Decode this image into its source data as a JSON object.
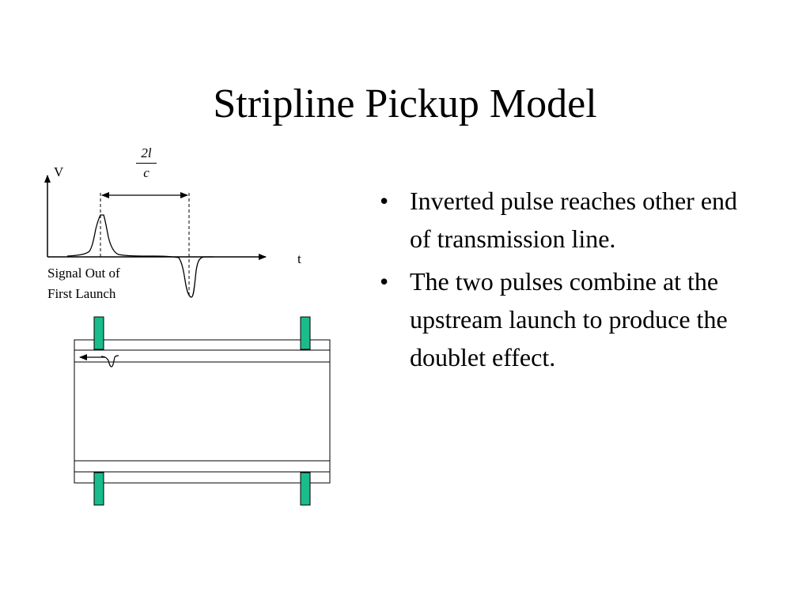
{
  "title": "Stripline Pickup Model",
  "figure": {
    "v_axis_label": "V",
    "t_axis_label": "t",
    "interval": {
      "numerator": "2l",
      "denominator": "c"
    },
    "caption_line1": "Signal Out of",
    "caption_line2": "First Launch",
    "strip_color": "#1abc8c"
  },
  "bullets": [
    "Inverted pulse reaches other end of transmission line.",
    "The two pulses combine at the upstream launch to produce the doublet effect."
  ]
}
